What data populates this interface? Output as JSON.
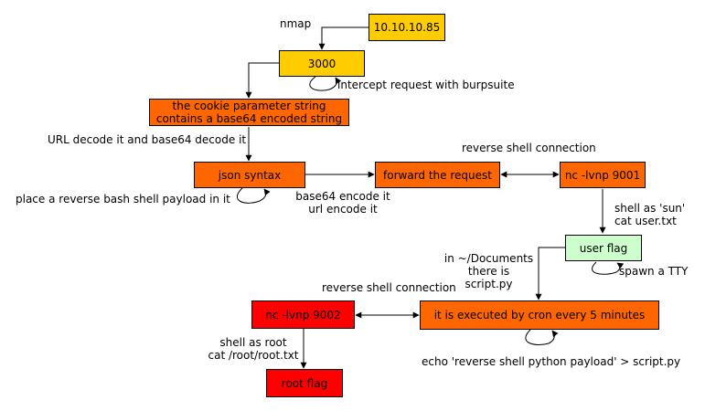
{
  "colors": {
    "yellow": "#ffcc00",
    "orange": "#ff6600",
    "red": "#ff0000",
    "green": "#ccffcc"
  },
  "nodes": {
    "ip": "10.10.10.85",
    "port": "3000",
    "cookie": "the cookie parameter string\ncontains a base64 encoded string",
    "json": "json syntax",
    "forward": "forward the request",
    "nc9001": "nc -lvnp 9001",
    "userflag": "user flag",
    "cron": "it is executed by cron every 5 minutes",
    "nc9002": "nc -lvnp 9002",
    "rootflag": "root flag"
  },
  "edge_labels": {
    "nmap": "nmap",
    "intercept": "intercept request with burpsuite",
    "decode": "URL decode it and base64 decode it",
    "payload": "place a reverse bash shell payload in it",
    "encode": "base64 encode it\nurl encode it",
    "revshell1": "reverse shell connection",
    "shell_sun": "shell as 'sun'\ncat user.txt",
    "tty": "spawn a TTY",
    "documents": "in ~/Documents\nthere is\nscript.py",
    "revshell2": "reverse shell connection",
    "shell_root": "shell as root\ncat /root/root.txt",
    "echo": "echo 'reverse shell python payload' > script.py"
  }
}
